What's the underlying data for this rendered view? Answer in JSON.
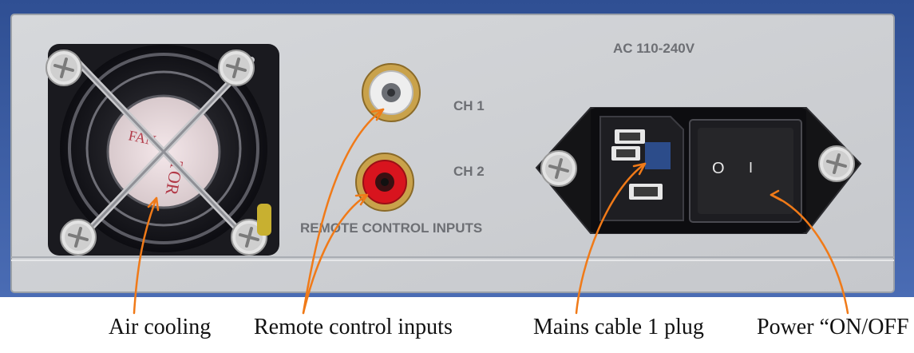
{
  "panel": {
    "ac_label": "AC 110-240V",
    "ch1_label": "CH 1",
    "ch2_label": "CH 2",
    "remote_label": "REMOTE CONTROL INPUTS",
    "switch_off_symbol": "O",
    "switch_on_symbol": "I",
    "fan_sticker_text": "FAN"
  },
  "captions": {
    "air_cooling": "Air cooling",
    "remote_inputs": "Remote control inputs",
    "mains_plug": "Mains cable 1 plug",
    "power_switch": "Power “ON/OFF"
  },
  "colors": {
    "annotation_arrow": "#f07a18",
    "chassis_blue": "#3b5fa6",
    "panel_grey": "#cfd1d4",
    "rca_red": "#d8141e"
  }
}
